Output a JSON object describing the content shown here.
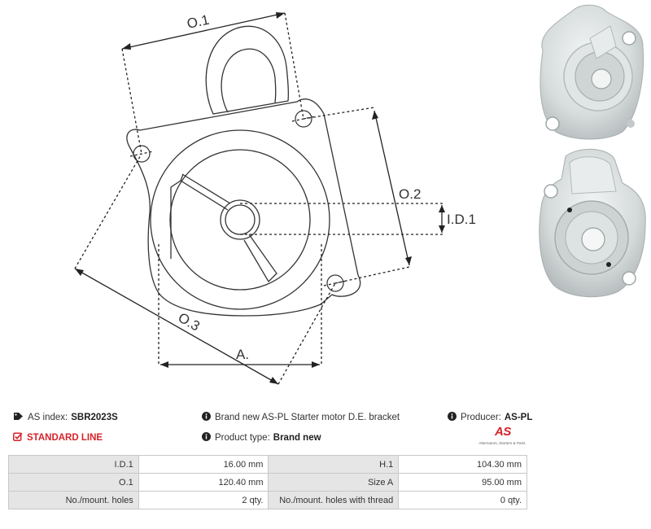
{
  "drawing": {
    "labels": {
      "o1": "O.1",
      "o2": "O.2",
      "o3": "O.3",
      "id1": "I.D.1",
      "a": "A."
    }
  },
  "info": {
    "as_index_label": "AS index:",
    "as_index_value": "SBR2023S",
    "description": "Brand new AS-PL Starter motor D.E. bracket",
    "producer_label": "Producer:",
    "producer_value": "AS-PL",
    "line": "STANDARD LINE",
    "product_type_label": "Product type:",
    "product_type_value": "Brand new"
  },
  "logo": {
    "mark": "AS",
    "tagline": "Alternators, Starters & Parts"
  },
  "specs": {
    "rows": [
      {
        "l1": "I.D.1",
        "v1": "16.00 mm",
        "l2": "H.1",
        "v2": "104.30 mm"
      },
      {
        "l1": "O.1",
        "v1": "120.40 mm",
        "l2": "Size A",
        "v2": "95.00 mm"
      },
      {
        "l1": "No./mount. holes",
        "v1": "2 qty.",
        "l2": "No./mount. holes with thread",
        "v2": "0 qty."
      }
    ]
  },
  "colors": {
    "brand_red": "#d6232a",
    "line_dark": "#333333",
    "table_label_bg": "#e5e5e5"
  },
  "icons": [
    "tag-icon",
    "info-icon",
    "checkbox-checked-icon"
  ]
}
